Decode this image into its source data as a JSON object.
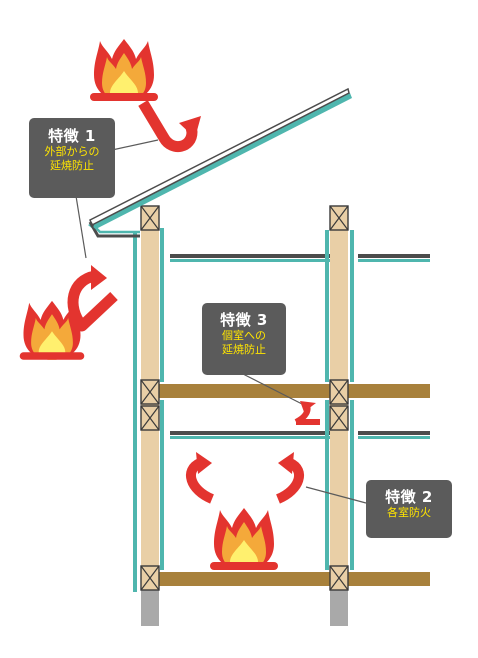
{
  "colors": {
    "beam": "#A8813C",
    "post": "#E9CFA6",
    "teal": "#4FB6AE",
    "floor_band": "#4C4C4C",
    "arrow": "#E3342F",
    "flame_outer": "#E3342F",
    "flame_mid": "#F4A93A",
    "flame_inner": "#FFF06E",
    "callout_bg": "#5B5B5B",
    "callout_sub_text": "#FFE500",
    "foundation": "#A9A9A9"
  },
  "icons": [
    "flame-icon",
    "curved-arrow-icon"
  ],
  "callouts": {
    "feature1": {
      "title": "特徴 1",
      "lines": [
        "外部からの",
        "延焼防止"
      ]
    },
    "feature3": {
      "title": "特徴 3",
      "lines": [
        "個室への",
        "延焼防止"
      ]
    },
    "feature2": {
      "title": "特徴 2",
      "lines": [
        "各室防火"
      ]
    }
  }
}
